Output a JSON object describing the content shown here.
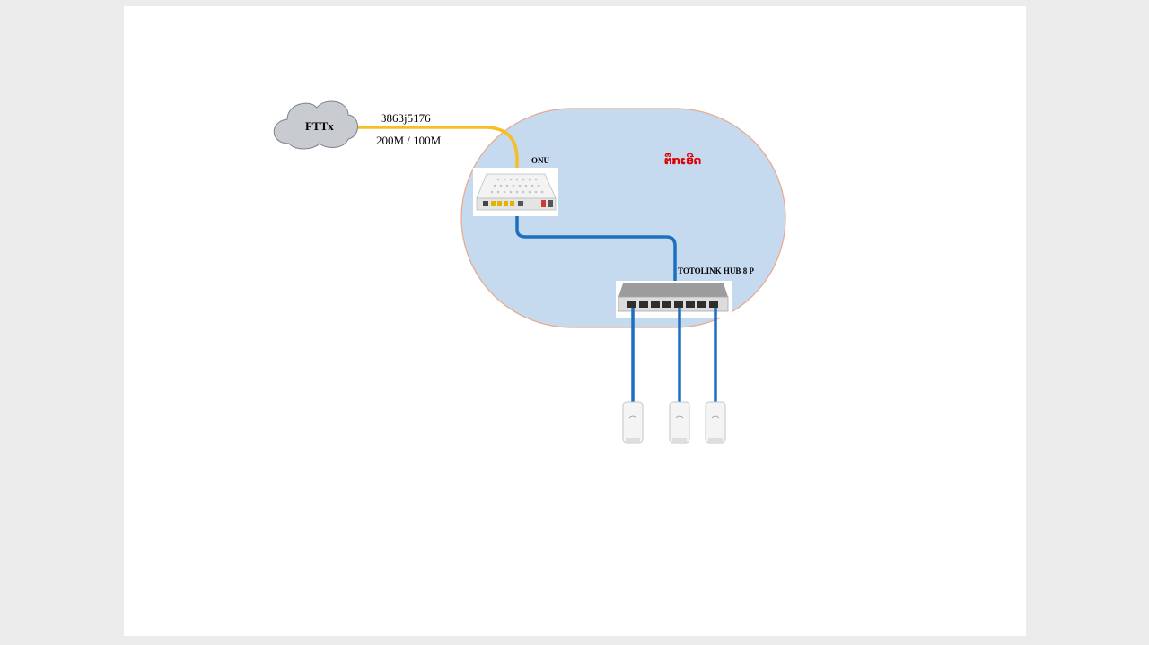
{
  "labels": {
    "cloud": "FTTx",
    "circuit_id": "3863j5176",
    "speed": "200M / 100M",
    "onu": "ONU",
    "room": "ຕຶກເອີດ",
    "hub": "TOTOLINK HUB 8 P"
  },
  "colors": {
    "fiber": "#f6bf26",
    "ethernet": "#1f6fbf",
    "zone_fill": "#c5d9ef",
    "zone_border": "#e7a98a",
    "cloud_fill": "#c8ccd1",
    "room_text": "#e00000"
  },
  "icons": [
    "cloud-icon",
    "onu-router-icon",
    "switch-hub-icon",
    "access-point-icon"
  ]
}
